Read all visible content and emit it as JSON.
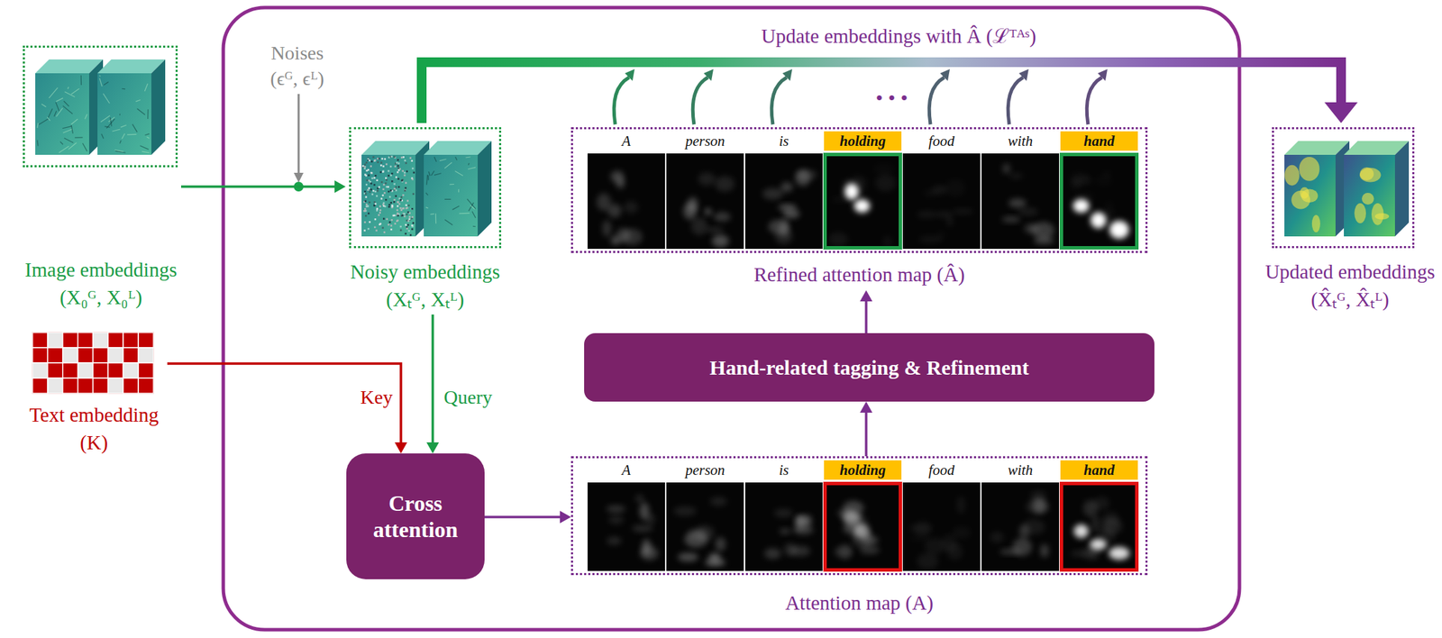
{
  "diagram": {
    "nodes": [
      {
        "text": [
          "Image embeddings",
          "(X₀ᴳ, X₀ᴸ)"
        ]
      },
      {
        "text": [
          "Text embedding",
          "(K)"
        ]
      },
      {
        "text": [
          "Noisy embeddings",
          "(Xₜᴳ, Xₜᴸ)"
        ]
      },
      {
        "text": [
          "A",
          "person",
          "is",
          "holding",
          "food",
          "with",
          "hand",
          "Refined attention map (Â)"
        ]
      },
      {
        "text": [
          "Hand-related tagging & Refinement"
        ]
      },
      {
        "text": [
          "Cross attention"
        ]
      },
      {
        "text": [
          "A",
          "person",
          "is",
          "holding",
          "food",
          "with",
          "hand",
          "Attention map (A)"
        ]
      },
      {
        "text": [
          "Updated embeddings",
          "(X̂ₜᴳ, X̂ₜᴸ)"
        ]
      }
    ],
    "edges": [
      {
        "from": 0,
        "to": 2,
        "arrow": "to"
      },
      {
        "from": 1,
        "to": 5,
        "arrow": "to",
        "label": "Key"
      },
      {
        "from": 2,
        "to": 5,
        "arrow": "to",
        "label": "Query"
      },
      {
        "from": 5,
        "to": 6,
        "arrow": "to"
      },
      {
        "from": 6,
        "to": 4,
        "arrow": "to"
      },
      {
        "from": 4,
        "to": 3,
        "arrow": "to"
      },
      {
        "from": 2,
        "to": 7,
        "arrow": "to",
        "label": "Update embeddings with Â (ℒᵀᴬˢ)"
      }
    ],
    "labels": [
      "Noises",
      "(ϵᴳ, ϵᴸ)",
      "• • •"
    ]
  }
}
